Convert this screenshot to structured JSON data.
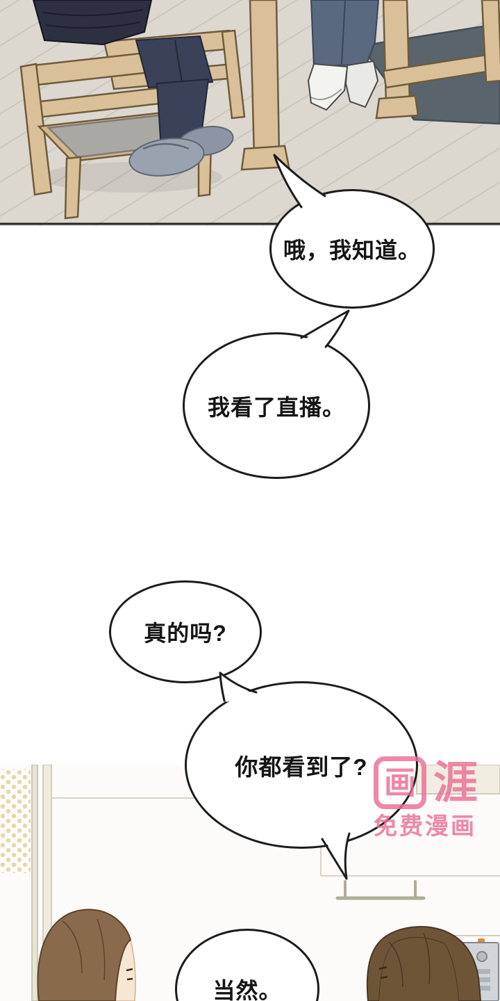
{
  "page": {
    "title": "webtoon-comic-page"
  },
  "bubbles": [
    "哦，我知道。",
    "我看了直播。",
    "真的吗?",
    "你都看到了?",
    "当然。"
  ],
  "watermark": {
    "icon_char": "画",
    "brand_char": "涯",
    "subtitle": "免费漫画",
    "color": "#ec6f95"
  },
  "colors": {
    "bubble_outline": "#1c1c1c",
    "floor": "#dcd8d0",
    "wood": "#d9c098",
    "rug": "#5a646d",
    "sweater": "#2c3040",
    "pants": "#3a4158",
    "jeans": "#5a6880",
    "slippers": "#9aa2b0",
    "hair_left": "#8a6a4c",
    "hair_right": "#6f5538",
    "watermark_pink": "#ec6f95"
  }
}
